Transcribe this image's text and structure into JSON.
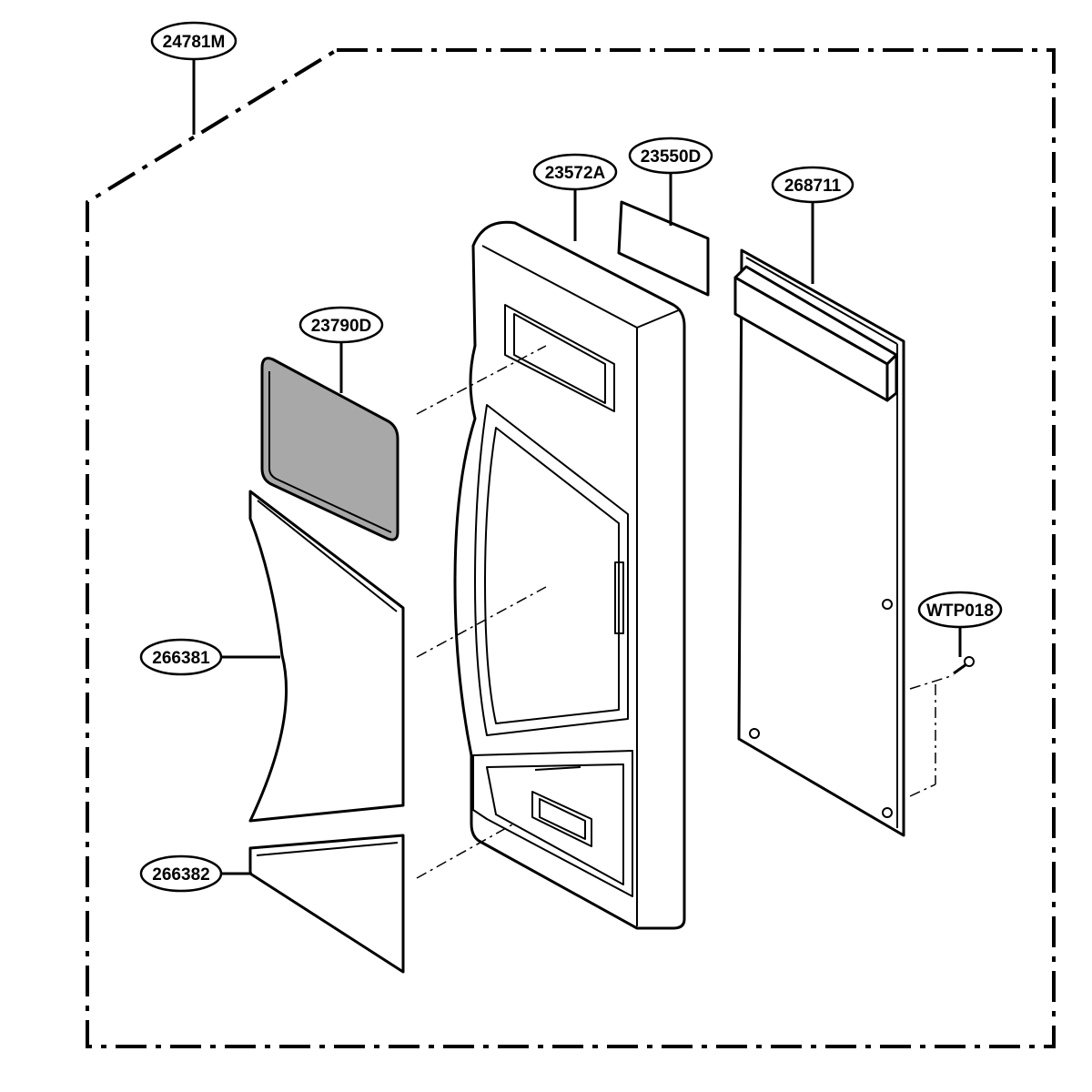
{
  "callouts": {
    "assembly": "24781M",
    "window_film": "23790D",
    "door_frame": "23572A",
    "label": "23550D",
    "pcb": "268711",
    "screw": "WTP018",
    "sheet_upper": "266381",
    "sheet_lower": "266382"
  }
}
